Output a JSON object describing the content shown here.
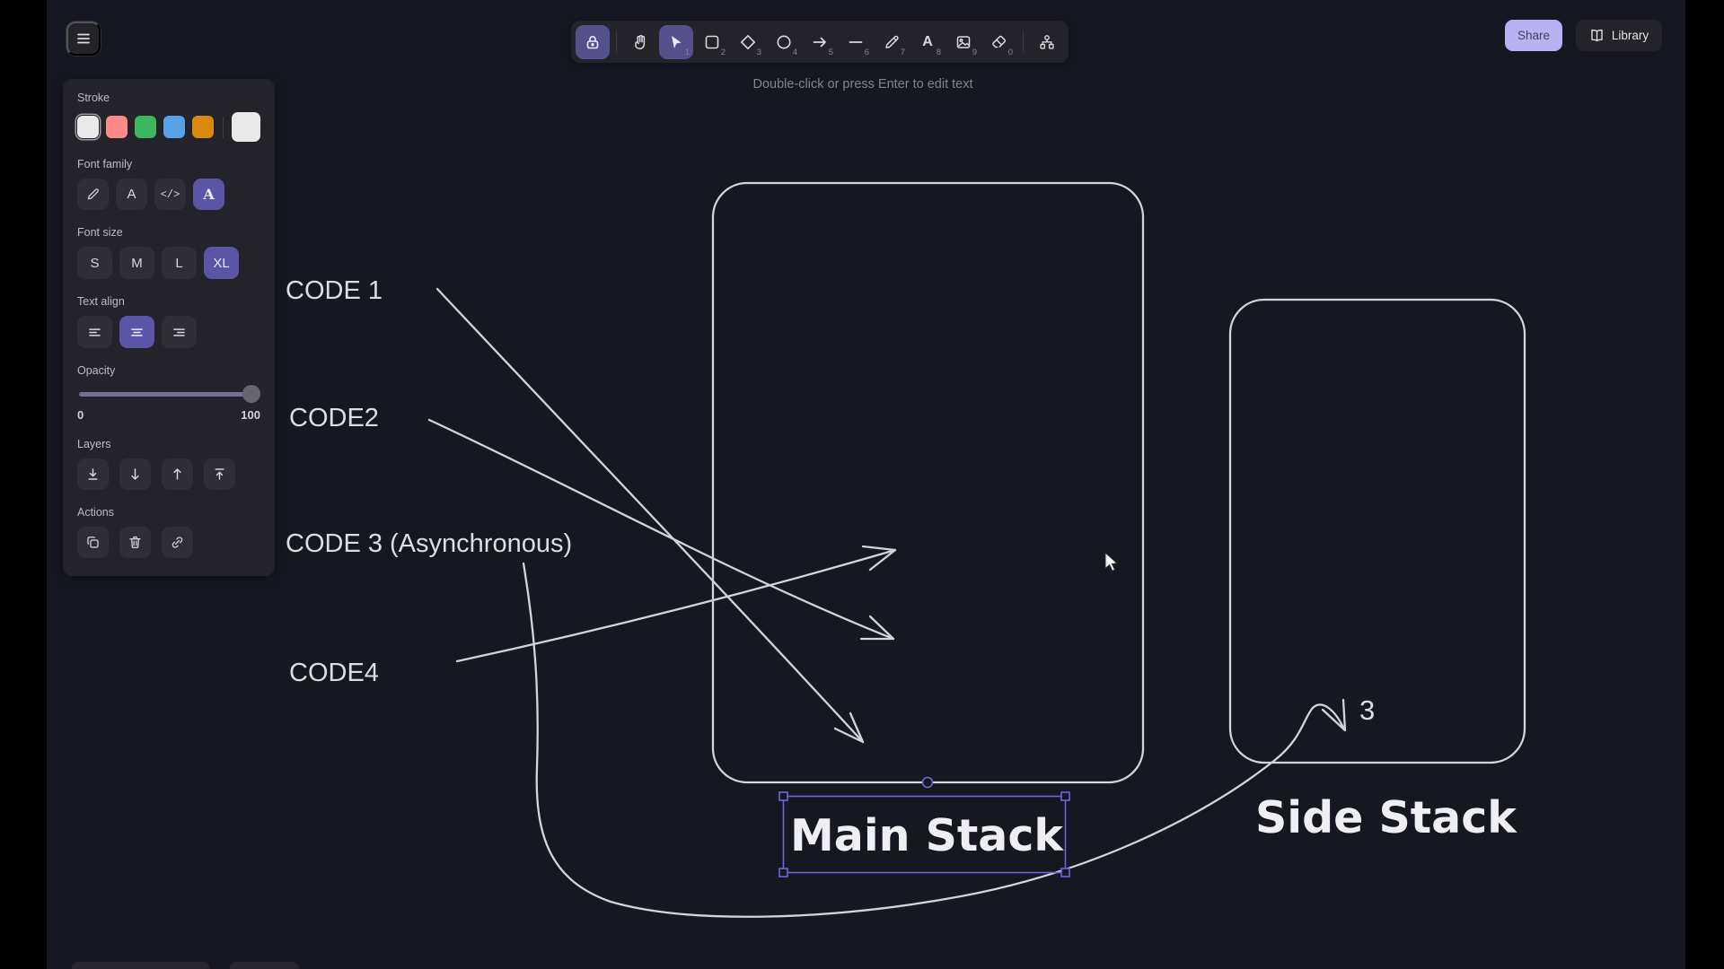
{
  "app": {
    "hint": "Double-click or press Enter to edit text",
    "share_label": "Share",
    "library_label": "Library"
  },
  "toolbar": {
    "tools": [
      {
        "label": "lock",
        "shortcut": "",
        "active": true
      },
      {
        "label": "hand",
        "shortcut": ""
      },
      {
        "label": "selection",
        "shortcut": "1",
        "active": true
      },
      {
        "label": "rectangle",
        "shortcut": "2"
      },
      {
        "label": "diamond",
        "shortcut": "3"
      },
      {
        "label": "ellipse",
        "shortcut": "4"
      },
      {
        "label": "arrow",
        "shortcut": "5"
      },
      {
        "label": "line",
        "shortcut": "6"
      },
      {
        "label": "draw",
        "shortcut": "7"
      },
      {
        "label": "text",
        "shortcut": "8"
      },
      {
        "label": "image",
        "shortcut": "9"
      },
      {
        "label": "eraser",
        "shortcut": "0"
      },
      {
        "label": "more-tools",
        "shortcut": ""
      }
    ]
  },
  "panel": {
    "stroke": {
      "label": "Stroke",
      "colors": [
        "#e9e9e9",
        "#ff8888",
        "#3eb55f",
        "#56a2e8",
        "#d9890b"
      ],
      "selected": "#e9e9e9"
    },
    "font_family": {
      "label": "Font family",
      "code_glyph": "</>",
      "letter_glyph": "A",
      "selected": "lettering"
    },
    "font_size": {
      "label": "Font size",
      "options": [
        "S",
        "M",
        "L",
        "XL"
      ],
      "selected": "XL"
    },
    "text_align": {
      "label": "Text align",
      "selected": "center"
    },
    "opacity": {
      "label": "Opacity",
      "min_label": "0",
      "max_label": "100",
      "value": 100
    },
    "layers": {
      "label": "Layers"
    },
    "actions": {
      "label": "Actions"
    }
  },
  "canvas": {
    "labels": [
      "CODE 1",
      "CODE2",
      "CODE 3  (Asynchronous)",
      "CODE4"
    ],
    "arrow_badge": "3",
    "main_box_label": "Main Stack",
    "side_box_label": "Side Stack"
  },
  "colors": {
    "canvas_bg": "#151821",
    "surface": "#232329",
    "accent_active": "#5b55a6",
    "selection": "#6965db",
    "share_bg": "#b9b2f2",
    "draw_stroke": "#d2d4da"
  }
}
